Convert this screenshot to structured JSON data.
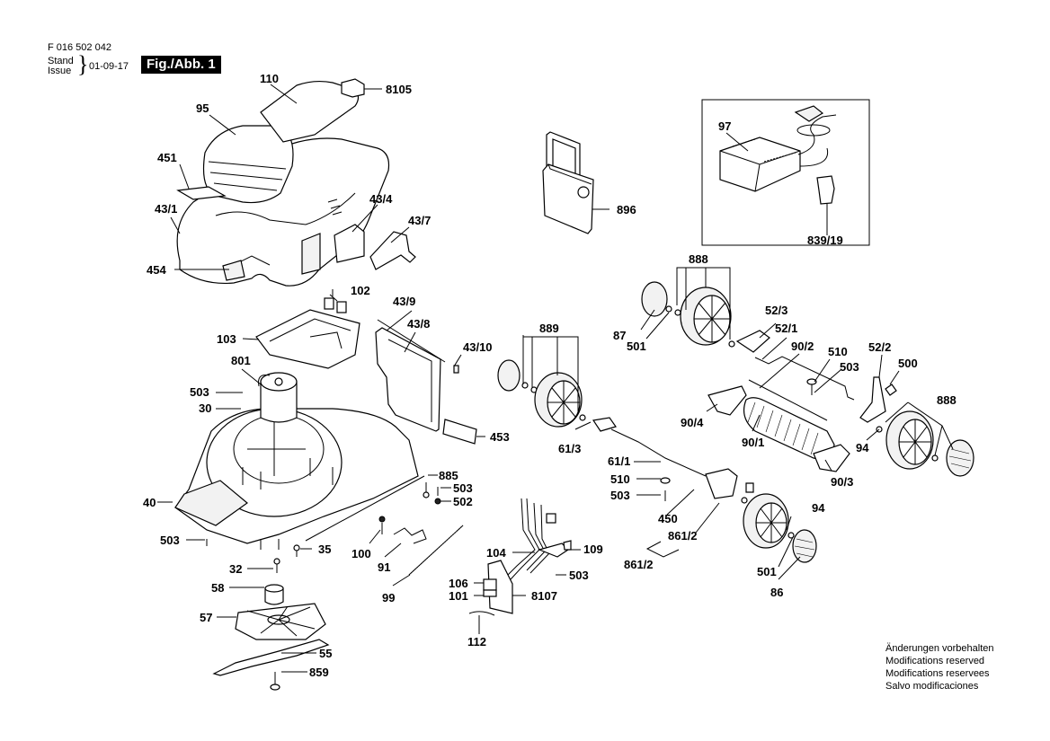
{
  "header": {
    "code": "F 016 502 042",
    "stand": "Stand",
    "issue": "Issue",
    "date": "01-09-17",
    "figure": "Fig./Abb. 1"
  },
  "notes": [
    "Änderungen vorbehalten",
    "Modifications reserved",
    "Modifications reservees",
    "Salvo modificaciones"
  ],
  "labels": {
    "p110": "110",
    "p8105": "8105",
    "p95": "95",
    "p451": "451",
    "p43_1": "43/1",
    "p454": "454",
    "p43_4": "43/4",
    "p43_7": "43/7",
    "p896": "896",
    "p97": "97",
    "p839_19": "839/19",
    "p888a": "888",
    "p87": "87",
    "p501a": "501",
    "p52_3": "52/3",
    "p52_1": "52/1",
    "p90_2": "90/2",
    "p510a": "510",
    "p503a": "503",
    "p52_2": "52/2",
    "p500": "500",
    "p888b": "888",
    "p94a": "94",
    "p90_4": "90/4",
    "p90_1": "90/1",
    "p90_3": "90/3",
    "p102": "102",
    "p103": "103",
    "p43_9": "43/9",
    "p43_8": "43/8",
    "p43_10": "43/10",
    "p889": "889",
    "p801": "801",
    "p503b": "503",
    "p30": "30",
    "p453": "453",
    "p61_3": "61/3",
    "p61_1": "61/1",
    "p510b": "510",
    "p503c": "503",
    "p450": "450",
    "p861_2a": "861/2",
    "p861_2b": "861/2",
    "p94b": "94",
    "p501b": "501",
    "p86": "86",
    "p885": "885",
    "p503d": "503",
    "p502": "502",
    "p40": "40",
    "p503e": "503",
    "p35": "35",
    "p32": "32",
    "p100": "100",
    "p91": "91",
    "p99": "99",
    "p104": "104",
    "p109": "109",
    "p503f": "503",
    "p106": "106",
    "p101": "101",
    "p8107": "8107",
    "p112": "112",
    "p58": "58",
    "p57": "57",
    "p55": "55",
    "p859": "859"
  }
}
